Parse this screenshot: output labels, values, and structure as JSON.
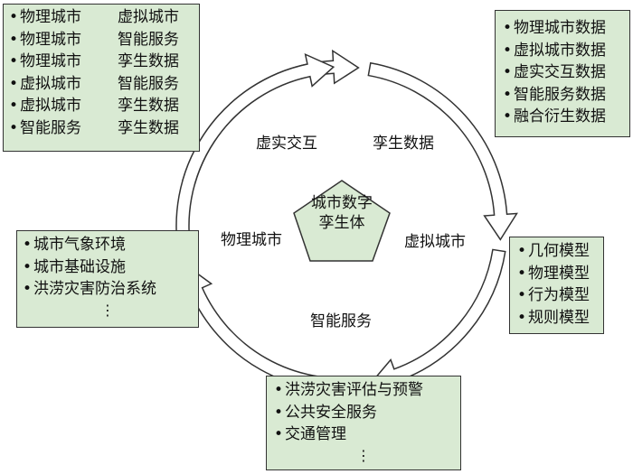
{
  "center": {
    "line1": "城市数字",
    "line2": "孪生体"
  },
  "cycle_labels": {
    "virtual_interaction": "虚实交互",
    "twin_data": "孪生数据",
    "physical_city": "物理城市",
    "virtual_city": "虚拟城市",
    "smart_service": "智能服务"
  },
  "bullet": "•",
  "top_left_box": {
    "pairs": [
      [
        "物理城市",
        "虚拟城市"
      ],
      [
        "物理城市",
        "智能服务"
      ],
      [
        "物理城市",
        "孪生数据"
      ],
      [
        "虚拟城市",
        "智能服务"
      ],
      [
        "虚拟城市",
        "孪生数据"
      ],
      [
        "智能服务",
        "孪生数据"
      ]
    ]
  },
  "top_right_box": {
    "items": [
      "物理城市数据",
      "虚拟城市数据",
      "虚实交互数据",
      "智能服务数据",
      "融合衍生数据"
    ]
  },
  "left_box": {
    "items": [
      "城市气象环境",
      "城市基础设施",
      "洪涝灾害防治系统"
    ],
    "ellipsis": "⋮"
  },
  "right_box": {
    "items": [
      "几何模型",
      "物理模型",
      "行为模型",
      "规则模型"
    ]
  },
  "bottom_box": {
    "items": [
      "洪涝灾害评估与预警",
      "公共安全服务",
      "交通管理"
    ],
    "ellipsis": "⋮"
  }
}
